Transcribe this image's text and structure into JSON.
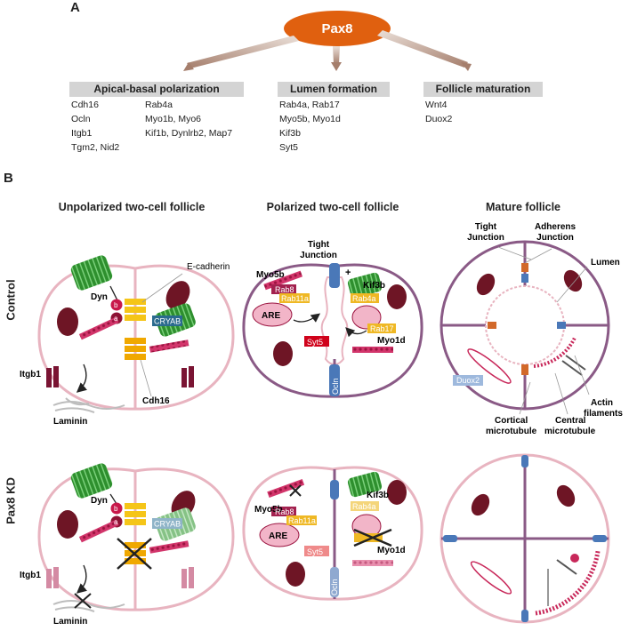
{
  "panelA": {
    "label": "A",
    "root": "Pax8",
    "categories": [
      {
        "title": "Apical-basal polarization",
        "col1": [
          "Cdh16",
          "Ocln",
          "Itgb1",
          "Tgm2, Nid2"
        ],
        "col2": [
          "Rab4a",
          "Myo1b, Myo6",
          "Kif1b, Dynlrb2, Map7"
        ]
      },
      {
        "title": "Lumen formation",
        "col1": [
          "Rab4a, Rab17",
          "Myo5b, Myo1d",
          "Kif3b",
          "Syt5"
        ]
      },
      {
        "title": "Follicle maturation",
        "col1": [
          "Wnt4",
          "Duox2"
        ]
      }
    ]
  },
  "panelB": {
    "label": "B",
    "columns": [
      "Unpolarized two-cell follicle",
      "Polarized  two-cell follicle",
      "Mature follicle"
    ],
    "rows": [
      "Control",
      "Pax8 KD"
    ],
    "labels": {
      "ecadherin": "E-cadherin",
      "dyn": "Dyn",
      "b": "b",
      "a": "a",
      "cryab": "CRYAB",
      "itgb1": "Itgb1",
      "laminin": "Laminin",
      "cdh16": "Cdh16",
      "tight_junction": "Tight Junction",
      "tight": "Tight",
      "junction": "Junction",
      "plus": "+",
      "myo5b": "Myo5b",
      "rab8": "Rab8",
      "rab11a": "Rab11a",
      "are": "ARE",
      "syt5": "Syt5",
      "ocln": "Ocln",
      "kif3b": "Kif3b",
      "rab4a": "Rab4a",
      "rab17": "Rab17",
      "myo1d": "Myo1d",
      "adherens": "Adherens",
      "lumen": "Lumen",
      "duox2": "Duox2",
      "actin": "Actin",
      "filaments": "filaments",
      "cortical": "Cortical",
      "central": "Central",
      "microtubule": "microtubule"
    }
  },
  "colors": {
    "pax8": "#e0600f",
    "membrane": "#e8b4c0",
    "mature": "#8a5a86",
    "nucleus": "#6e1525",
    "actin": "#c8285a",
    "microtubule": "#2e8f2e",
    "ecad": "#f5c518",
    "rab": "#a3214f",
    "rabY": "#efb824",
    "ocln": "#4a78b8",
    "duox": "#9eb9dd"
  }
}
